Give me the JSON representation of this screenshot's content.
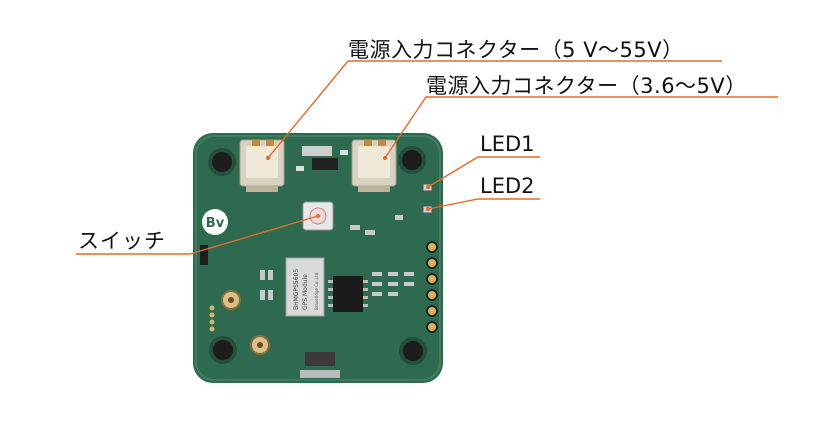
{
  "labels": {
    "connector_5v_55v": "電源入力コネクター（5 V〜55V）",
    "connector_3_6v_5v": "電源入力コネクター（3.6〜5V）",
    "led1": "LED1",
    "led2": "LED2",
    "switch": "スイッチ"
  },
  "board": {
    "module_line1": "BHMGPS5605",
    "module_line2": "GPS Module",
    "module_line3": "Braveridge Co.,Ltd.",
    "logo": "Bv"
  },
  "colors": {
    "pcb_green": "#2e6a50",
    "leader_line": "#e36a2a",
    "label_text": "#111111"
  }
}
